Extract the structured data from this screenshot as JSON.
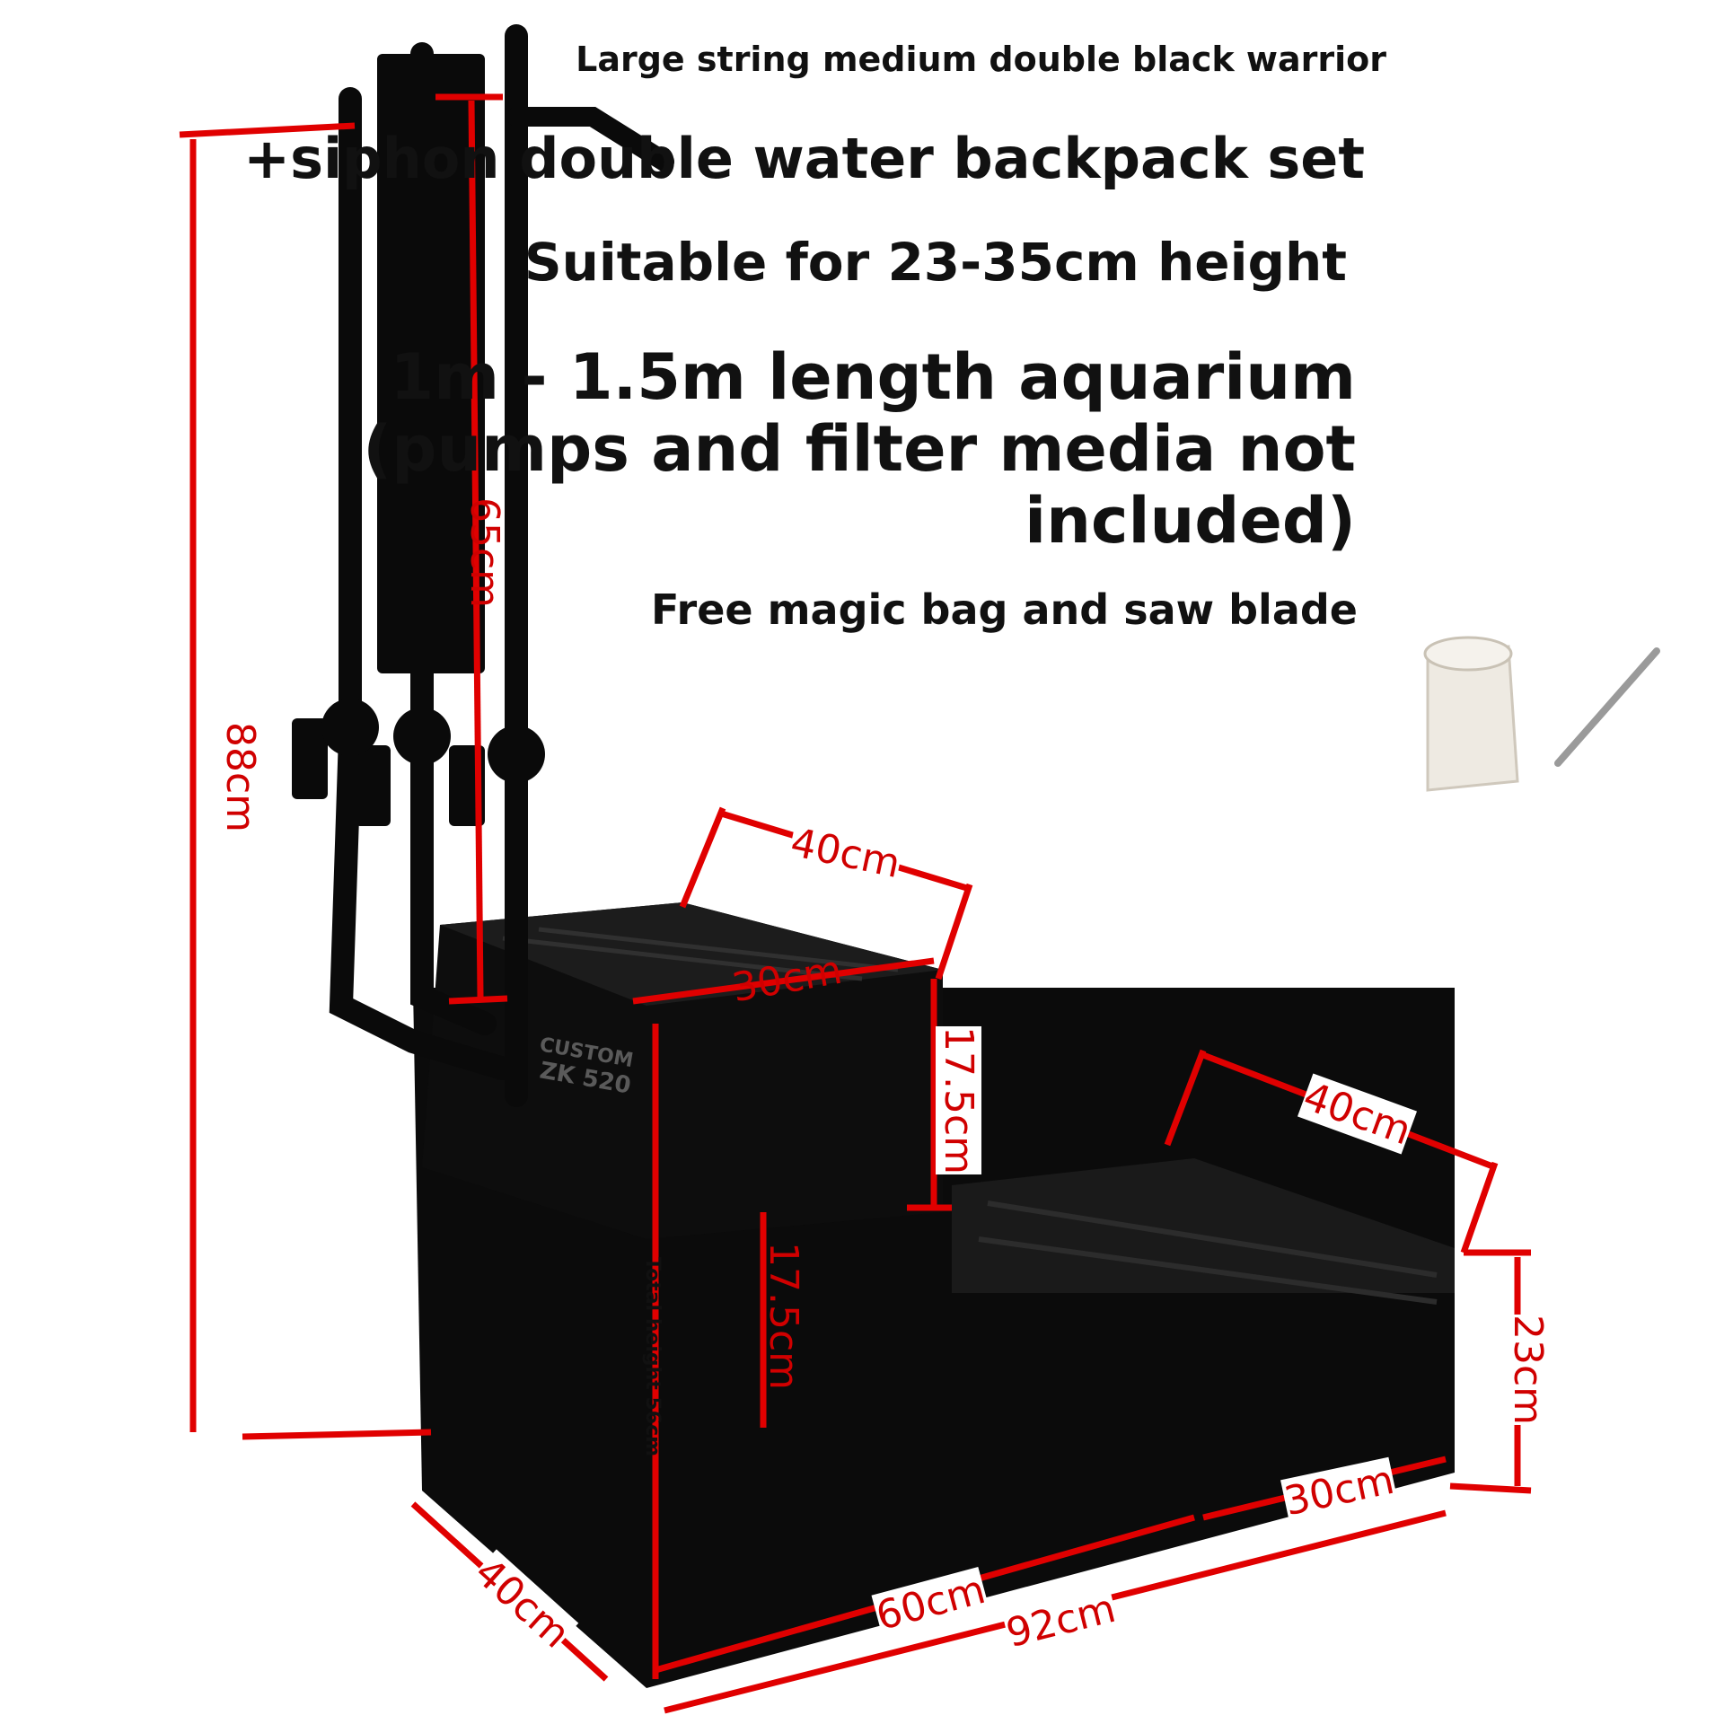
{
  "headline": {
    "line1": "Large string medium double black warrior",
    "line2": "+siphon double water backpack set",
    "line3": "Suitable for 23-35cm height",
    "line4": "1m - 1.5m length aquarium (pumps and filter media not included)",
    "line5": "Free magic bag and saw blade"
  },
  "dimensions": {
    "overall_height": "88cm",
    "pipe_length": "65cm",
    "upper_box_width": "40cm",
    "upper_box_depth": "30cm",
    "upper_box_height": "17.5cm",
    "middle_box_height": "17.5cm",
    "total_height": "Total height 56cm",
    "right_box_width": "40cm",
    "right_box_height": "23cm",
    "right_box_depth": "30cm",
    "base_depth": "40cm",
    "base_length_60": "60cm",
    "overall_length": "92cm"
  },
  "colors": {
    "dimension_line": "#e00000",
    "product_black": "#0b0b0b",
    "background": "#ffffff"
  }
}
